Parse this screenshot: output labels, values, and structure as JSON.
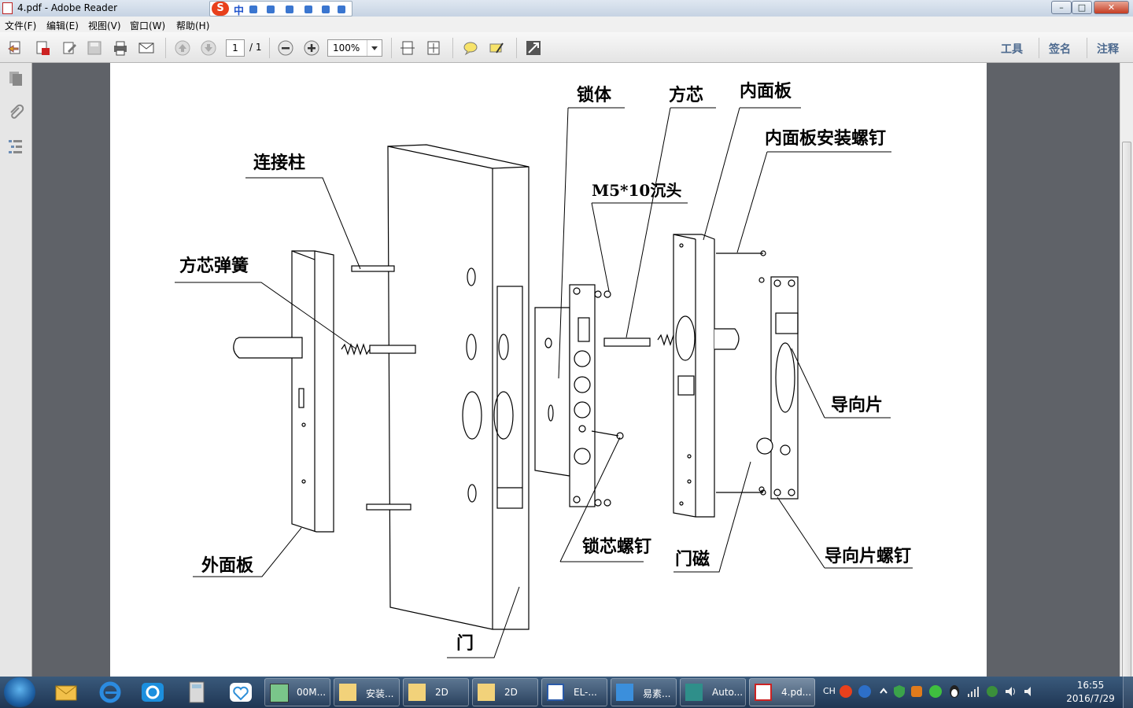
{
  "window": {
    "title": "4.pdf - Adobe Reader",
    "minimize": "–",
    "maximize": "□",
    "close": "✕"
  },
  "ime": {
    "logo": "S",
    "mode": "中",
    "tools": [
      "moon-icon",
      "punct-icon",
      "keyboard-icon",
      "skin-icon",
      "up-icon",
      "wrench-icon"
    ]
  },
  "menu": [
    "文件(F)",
    "编辑(E)",
    "视图(V)",
    "窗口(W)",
    "帮助(H)"
  ],
  "toolbar": {
    "page_current": "1",
    "page_total": "/ 1",
    "zoom": "100%",
    "tools_label": "工具",
    "sign_label": "签名",
    "comment_label": "注释"
  },
  "drawing": {
    "labels": {
      "lianjiezhu": "连接柱",
      "fangxin_tanhuang": "方芯弹簧",
      "waimianban": "外面板",
      "men": "门",
      "suoti": "锁体",
      "fangxin": "方芯",
      "neimianban": "内面板",
      "neimianban_luoding": "内面板安装螺钉",
      "m5": "M5*10沉头",
      "daoxiangpian": "导向片",
      "suoxin_luoding": "锁芯螺钉",
      "menci": "门磁",
      "daoxiangpian_luoding": "导向片螺钉"
    }
  },
  "taskbar": {
    "items": [
      {
        "label": "00M...",
        "icon": "app-icon"
      },
      {
        "label": "安装...",
        "icon": "folder-icon"
      },
      {
        "label": "2D",
        "icon": "folder-icon"
      },
      {
        "label": "2D",
        "icon": "folder-icon"
      },
      {
        "label": "EL-...",
        "icon": "word-icon"
      },
      {
        "label": "易素...",
        "icon": "app-icon"
      },
      {
        "label": "Auto...",
        "icon": "autocad-icon"
      },
      {
        "label": "4.pd...",
        "icon": "pdf-icon"
      }
    ],
    "tray_lang": "CH",
    "time": "16:55",
    "date": "2016/7/29"
  },
  "colors": {
    "taskbar": "#1f3653",
    "page": "#ffffff",
    "background": "#5f6268",
    "accent": "#4d6a8f"
  }
}
